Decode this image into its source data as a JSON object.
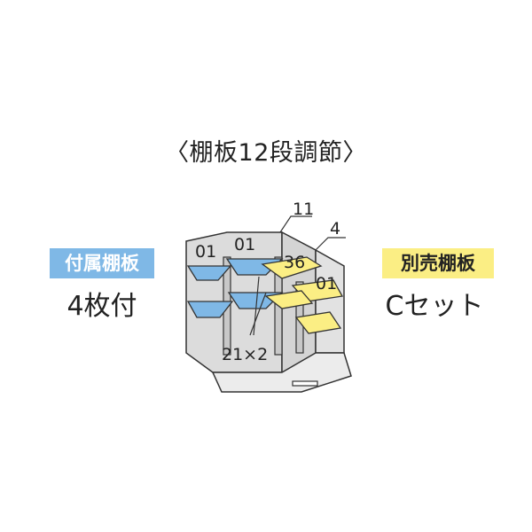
{
  "title": "〈棚板12段調節〉",
  "included": {
    "badge": "付属棚板",
    "count": "4枚付"
  },
  "sold_separately": {
    "badge": "別売棚板",
    "set": "Cセット"
  },
  "diagram_labels": {
    "left_a": "01",
    "left_b": "01",
    "top_leader": "11",
    "right_leader": "4",
    "middle": "36",
    "right": "01",
    "bottom": "21×2"
  },
  "colors": {
    "included_shelf": "#7fb8e6",
    "sold_shelf": "#fbee84",
    "wall": "#d9d9d9"
  }
}
